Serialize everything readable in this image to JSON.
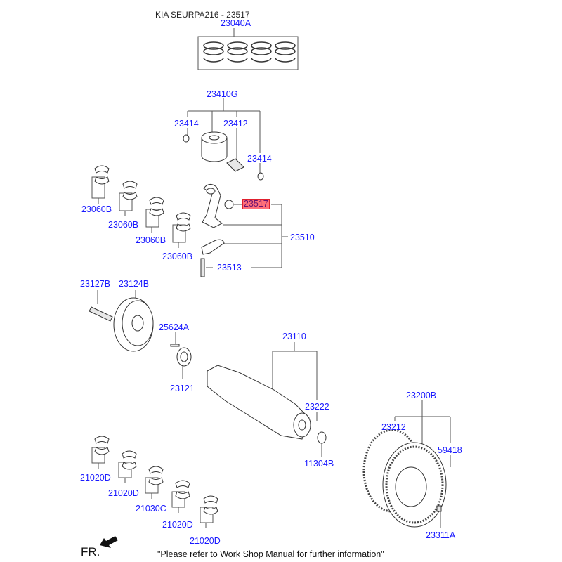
{
  "title": "KIA SEURPA216 - 23517",
  "highlight_color": "#ff6f7a",
  "label_color": "#1a1aff",
  "labels": {
    "p23040A": "23040A",
    "p23410G": "23410G",
    "p23414a": "23414",
    "p23412": "23412",
    "p23414b": "23414",
    "p23060B_1": "23060B",
    "p23060B_2": "23060B",
    "p23060B_3": "23060B",
    "p23060B_4": "23060B",
    "p23517": "23517",
    "p23510": "23510",
    "p23513": "23513",
    "p23127B": "23127B",
    "p23124B": "23124B",
    "p25624A": "25624A",
    "p23121": "23121",
    "p23110": "23110",
    "p23222": "23222",
    "p11304B": "11304B",
    "p23200B": "23200B",
    "p23212": "23212",
    "p59418": "59418",
    "p23311A": "23311A",
    "p21020D_1": "21020D",
    "p21020D_2": "21020D",
    "p21030C": "21030C",
    "p21020D_3": "21020D",
    "p21020D_4": "21020D"
  },
  "direction_label": "FR.",
  "footer_note": "\"Please refer to Work Shop Manual for further information\""
}
